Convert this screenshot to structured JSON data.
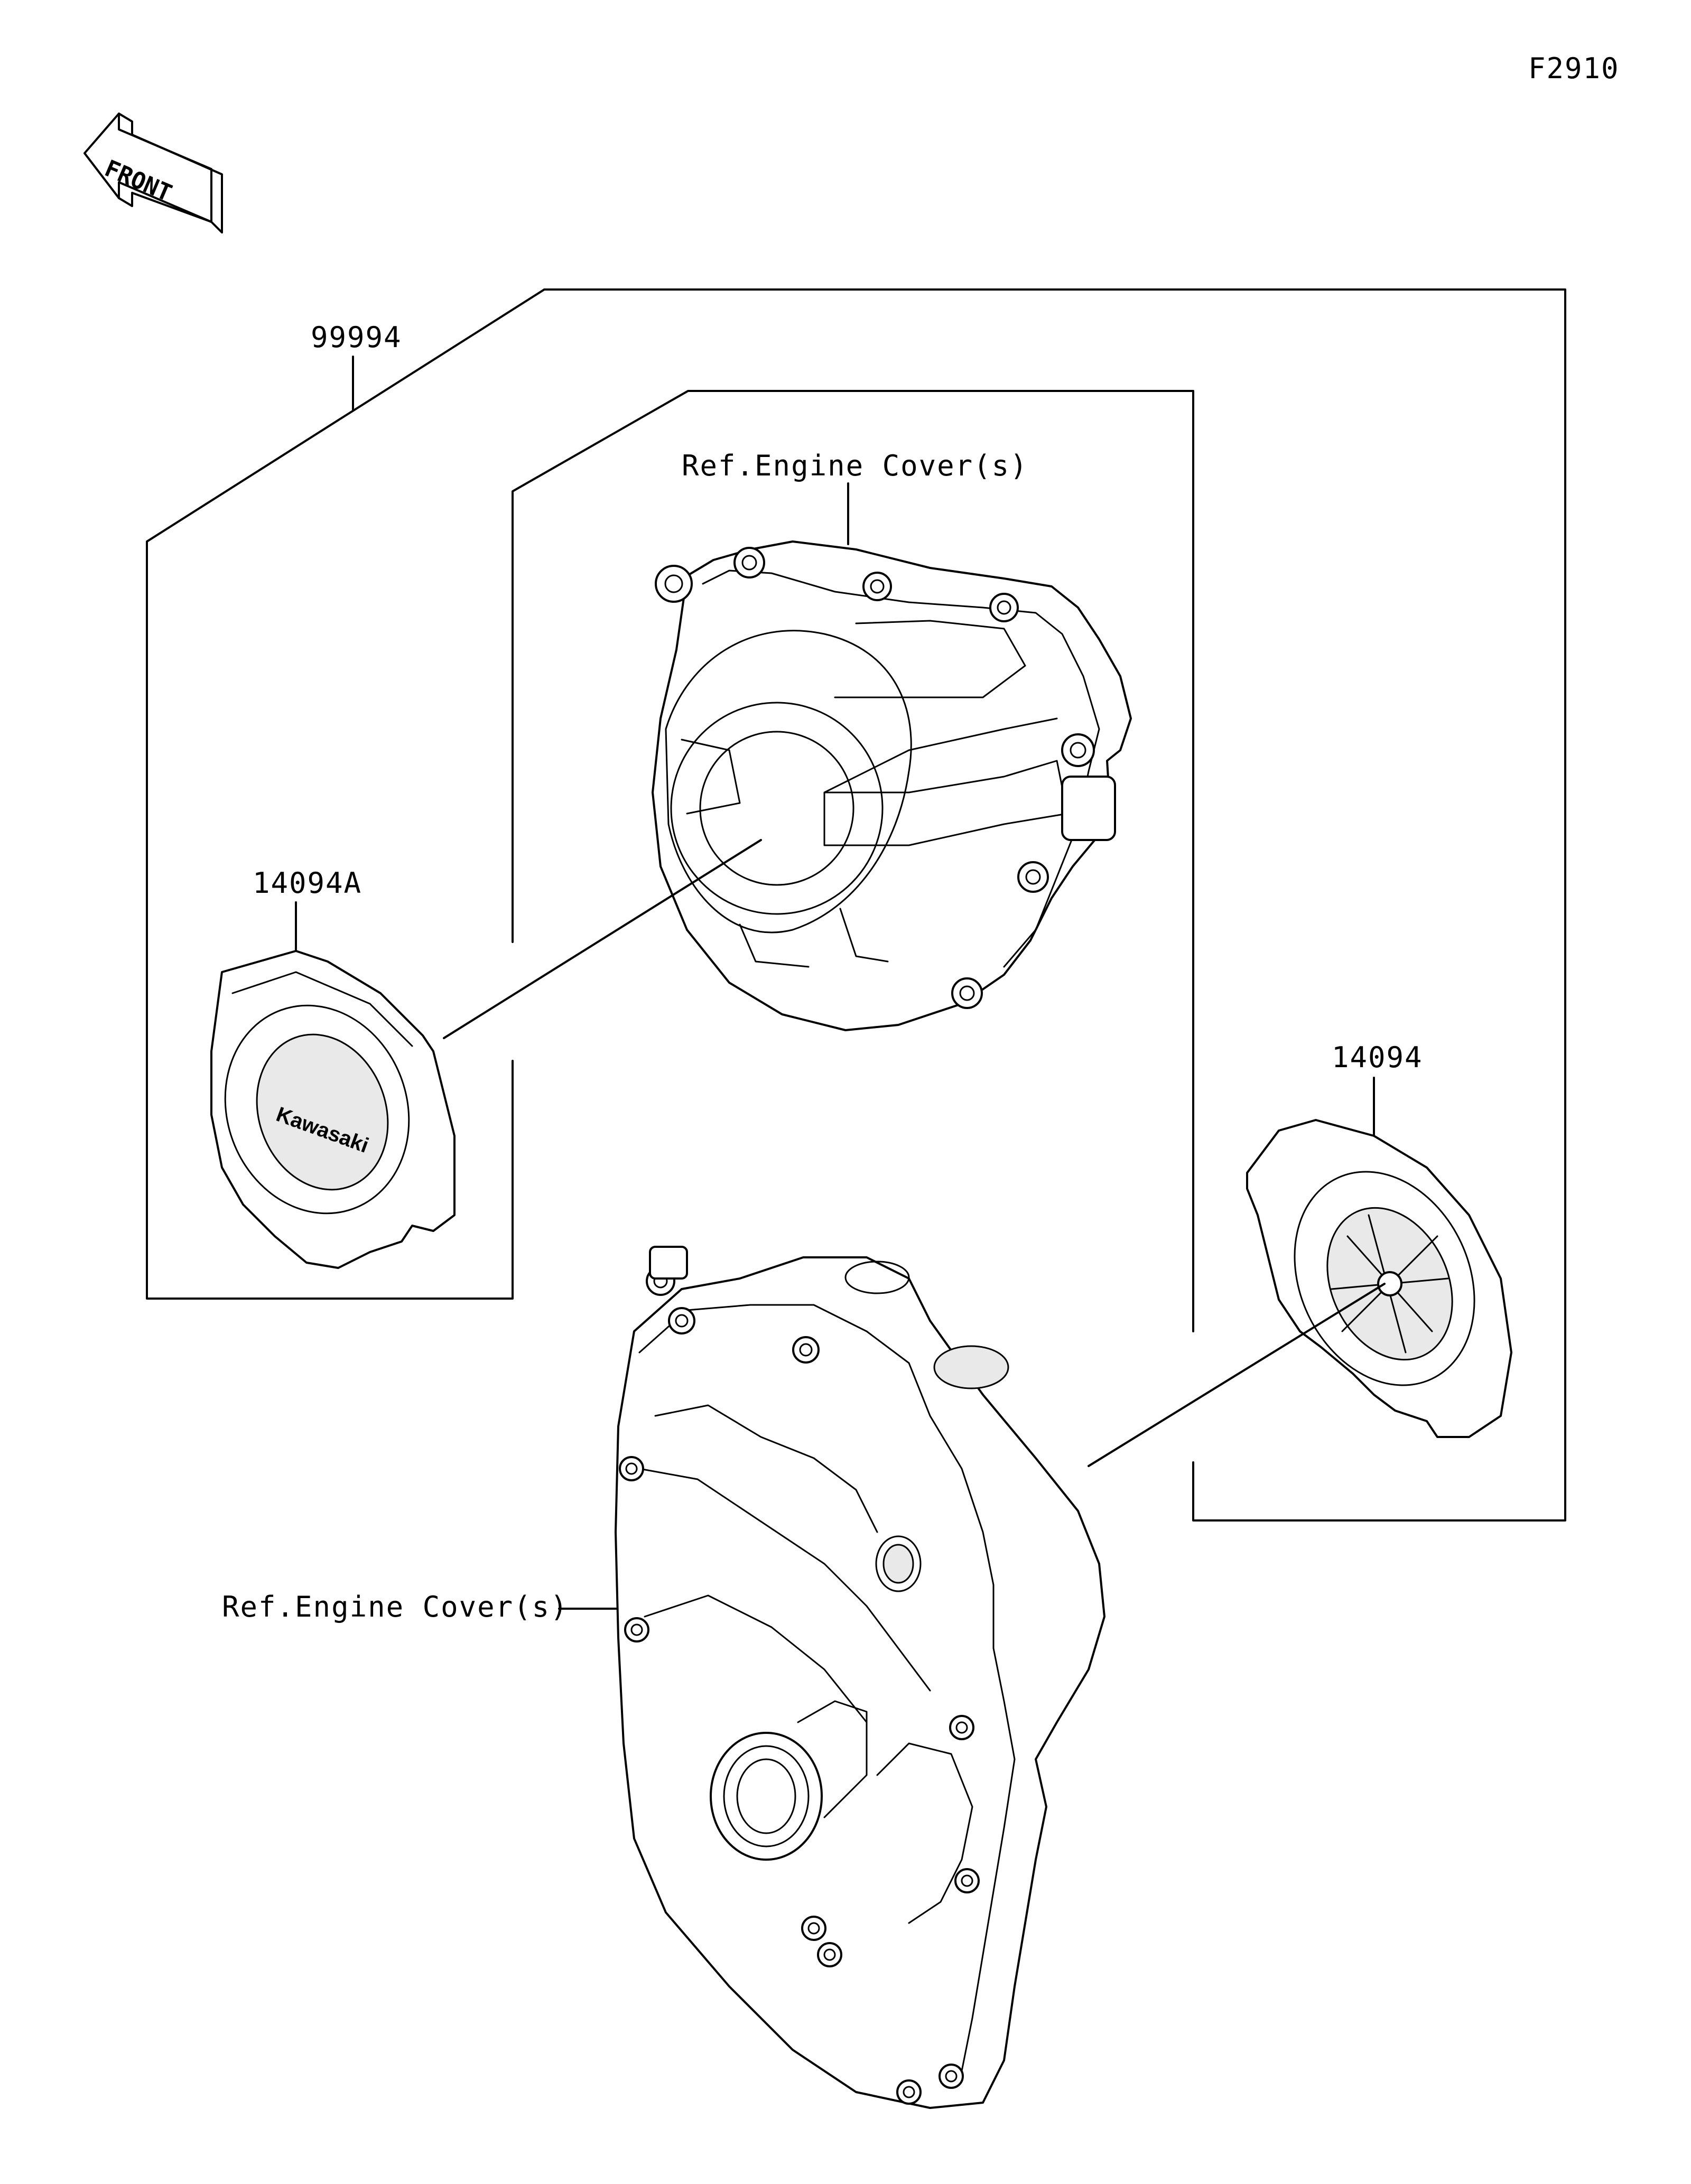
{
  "figure_id": "F2910",
  "front_label": "FRONT",
  "callouts": {
    "kit": "99994",
    "cover_left": "14094A",
    "cover_right": "14094",
    "ref_top": "Ref.Engine Cover(s)",
    "ref_bottom": "Ref.Engine Cover(s)"
  },
  "logo_text": "Kawasaki"
}
